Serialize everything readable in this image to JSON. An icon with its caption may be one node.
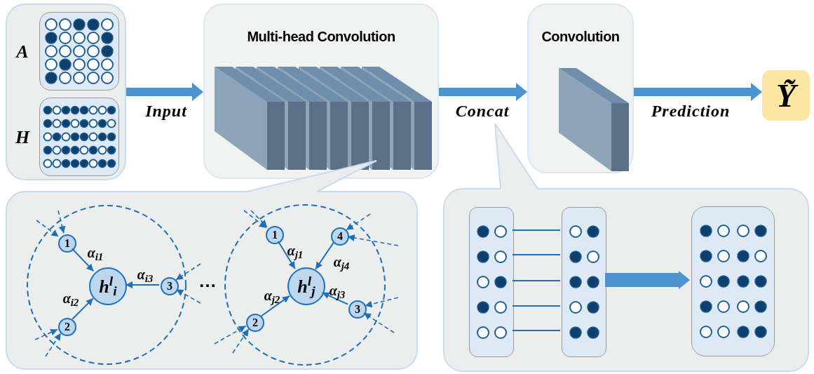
{
  "diagram": {
    "nodes": [
      {
        "text": [],
        "shape": "box"
      },
      {
        "text": [
          "A"
        ],
        "in": 0
      },
      {
        "text": [
          "H"
        ],
        "in": 0
      },
      {
        "text": [
          "Multi-head Convolution"
        ]
      },
      {
        "text": [
          "Convolution"
        ]
      },
      {
        "text": [
          "Ỹ"
        ]
      },
      {
        "text": [],
        "shape": "box"
      },
      {
        "text": [
          "h$^{l}$$_{i}$"
        ],
        "in": 6
      },
      {
        "text": [
          "1"
        ],
        "in": 6
      },
      {
        "text": [
          "2"
        ],
        "in": 6
      },
      {
        "text": [
          "3"
        ],
        "in": 6
      },
      {
        "text": [
          "h$^{l}$$_{j}$"
        ],
        "in": 6
      },
      {
        "text": [
          "1"
        ],
        "in": 6
      },
      {
        "text": [
          "2"
        ],
        "in": 6
      },
      {
        "text": [
          "3"
        ],
        "in": 6
      },
      {
        "text": [
          "4"
        ],
        "in": 6
      },
      {
        "text": [],
        "shape": "box"
      },
      {
        "text": [],
        "shape": "box",
        "in": 16
      },
      {
        "text": [],
        "shape": "box",
        "in": 16
      },
      {
        "text": [],
        "shape": "box",
        "in": 16
      }
    ],
    "edges": [
      {
        "from": 0,
        "to": 3,
        "arrow": "to",
        "label": "Input",
        "style": "thick"
      },
      {
        "from": 3,
        "to": 4,
        "arrow": "to",
        "label": "Concat",
        "style": "thick"
      },
      {
        "from": 4,
        "to": 5,
        "arrow": "to",
        "label": "Prediction",
        "style": "thick"
      },
      {
        "from": 8,
        "to": 7,
        "arrow": "to",
        "label": "α$_{i1}$"
      },
      {
        "from": 9,
        "to": 7,
        "arrow": "to",
        "label": "α$_{i2}$"
      },
      {
        "from": 10,
        "to": 7,
        "arrow": "to",
        "label": "α$_{i3}$"
      },
      {
        "from": 12,
        "to": 11,
        "arrow": "to",
        "label": "α$_{j1}$"
      },
      {
        "from": 13,
        "to": 11,
        "arrow": "to",
        "label": "α$_{j2}$"
      },
      {
        "from": 14,
        "to": 11,
        "arrow": "to",
        "label": "α$_{j3}$"
      },
      {
        "from": 15,
        "to": 11,
        "arrow": "to",
        "label": "α$_{j4}$"
      },
      {
        "from": null,
        "to": 8,
        "arrow": "to",
        "style": "dashed"
      },
      {
        "from": null,
        "to": 8,
        "arrow": "to",
        "style": "dashed"
      },
      {
        "from": null,
        "to": 9,
        "arrow": "to",
        "style": "dashed"
      },
      {
        "from": null,
        "to": 9,
        "arrow": "to",
        "style": "dashed"
      },
      {
        "from": null,
        "to": 10,
        "arrow": "to",
        "style": "dashed"
      },
      {
        "from": null,
        "to": 10,
        "arrow": "to",
        "style": "dashed"
      },
      {
        "from": null,
        "to": 12,
        "arrow": "to",
        "style": "dashed"
      },
      {
        "from": null,
        "to": 12,
        "arrow": "to",
        "style": "dashed"
      },
      {
        "from": null,
        "to": 13,
        "arrow": "to",
        "style": "dashed"
      },
      {
        "from": null,
        "to": 13,
        "arrow": "to",
        "style": "dashed"
      },
      {
        "from": null,
        "to": 14,
        "arrow": "to",
        "style": "dashed"
      },
      {
        "from": null,
        "to": 14,
        "arrow": "to",
        "style": "dashed"
      },
      {
        "from": null,
        "to": 15,
        "arrow": "to",
        "style": "dashed"
      },
      {
        "from": null,
        "to": 15,
        "arrow": "to",
        "style": "dashed"
      },
      {
        "from": 17,
        "to": 18,
        "arrow": "none"
      },
      {
        "from": 17,
        "to": 18,
        "arrow": "none"
      },
      {
        "from": 17,
        "to": 18,
        "arrow": "none"
      },
      {
        "from": 17,
        "to": 18,
        "arrow": "none"
      },
      {
        "from": 17,
        "to": 18,
        "arrow": "none"
      },
      {
        "from": 18,
        "to": 19,
        "arrow": "to",
        "style": "thick"
      }
    ],
    "labels": [
      "…"
    ]
  }
}
